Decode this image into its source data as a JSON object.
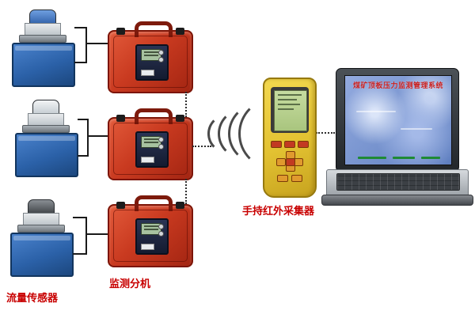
{
  "labels": {
    "flow_sensor": "流量传感器",
    "monitor_unit": "监测分机",
    "handheld_collector": "手持红外采集器"
  },
  "laptop": {
    "screen_title": "煤矿顶板压力监测管理系统"
  },
  "colors": {
    "label_red": "#c80000",
    "case_red": "#c93a20",
    "tank_blue": "#2b61a8",
    "handheld_yellow": "#e3c232"
  }
}
